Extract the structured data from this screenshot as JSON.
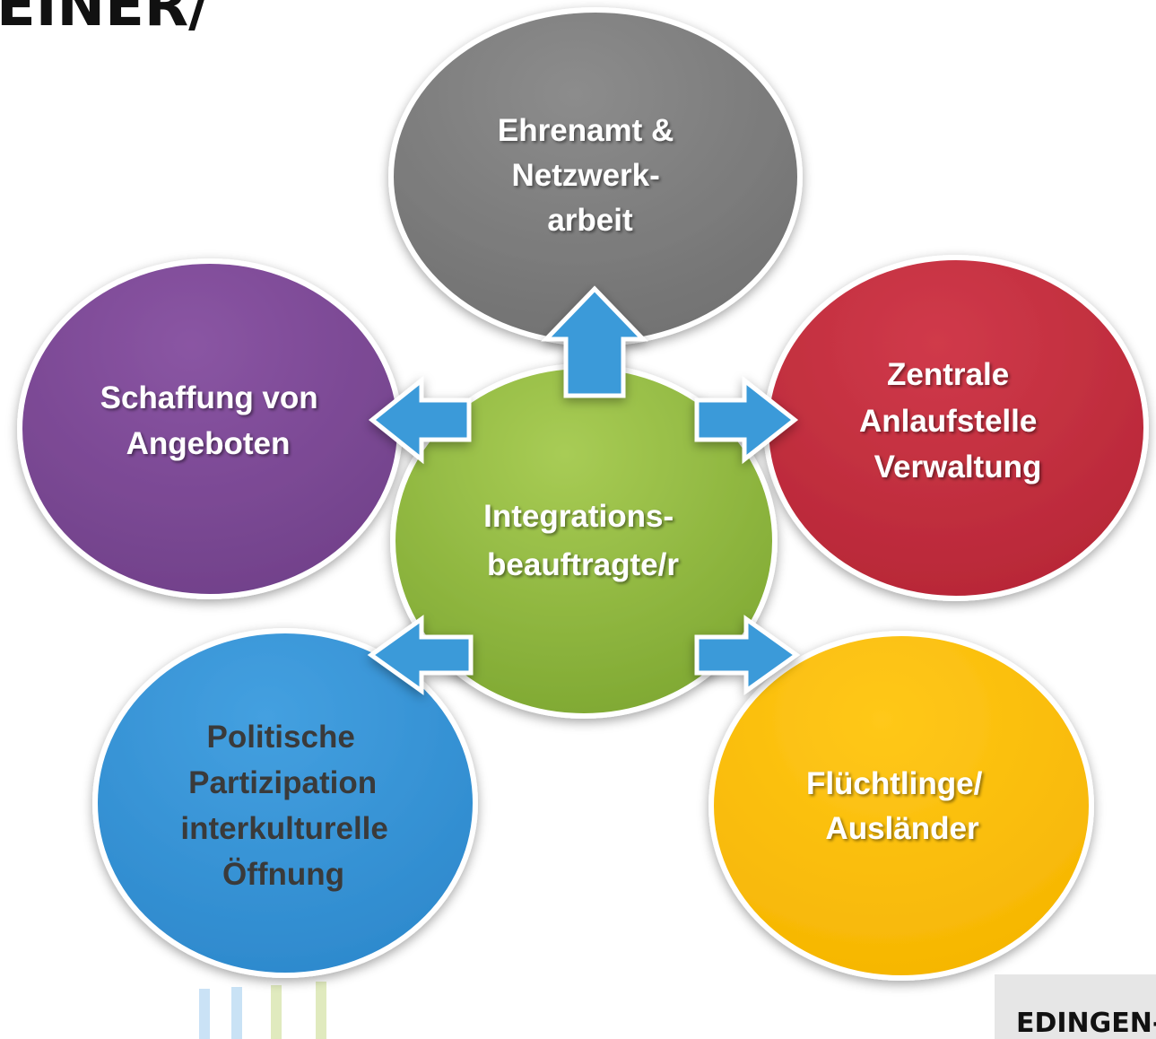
{
  "header": {
    "title_fragment": "EINER/"
  },
  "footer": {
    "tag_fragment": "EDINGEN-N"
  },
  "diagram": {
    "center": {
      "lines": [
        "Integrations-",
        "beauftragte/r"
      ],
      "color": "#8db53c"
    },
    "nodes": [
      {
        "id": "ehrenamt",
        "lines": [
          "Ehrenamt &",
          "Netzwerk-",
          "arbeit"
        ],
        "color": "#7d7d7d",
        "text_style": "light"
      },
      {
        "id": "schaffung",
        "lines": [
          "Schaffung von",
          "Angeboten"
        ],
        "color": "#7b4a93",
        "text_style": "light"
      },
      {
        "id": "zentrale",
        "lines": [
          "Zentrale",
          "Anlaufstelle",
          "Verwaltung"
        ],
        "color": "#c52d3d",
        "text_style": "light"
      },
      {
        "id": "politische",
        "lines": [
          "Politische",
          "Partizipation",
          "interkulturelle",
          "Öffnung"
        ],
        "color": "#3894d6",
        "text_style": "dark"
      },
      {
        "id": "fluechtlinge",
        "lines": [
          "Flüchtlinge/",
          "Ausländer"
        ],
        "color": "#ffc000",
        "text_style": "light"
      }
    ],
    "arrow_color": "#3a9ad9"
  }
}
